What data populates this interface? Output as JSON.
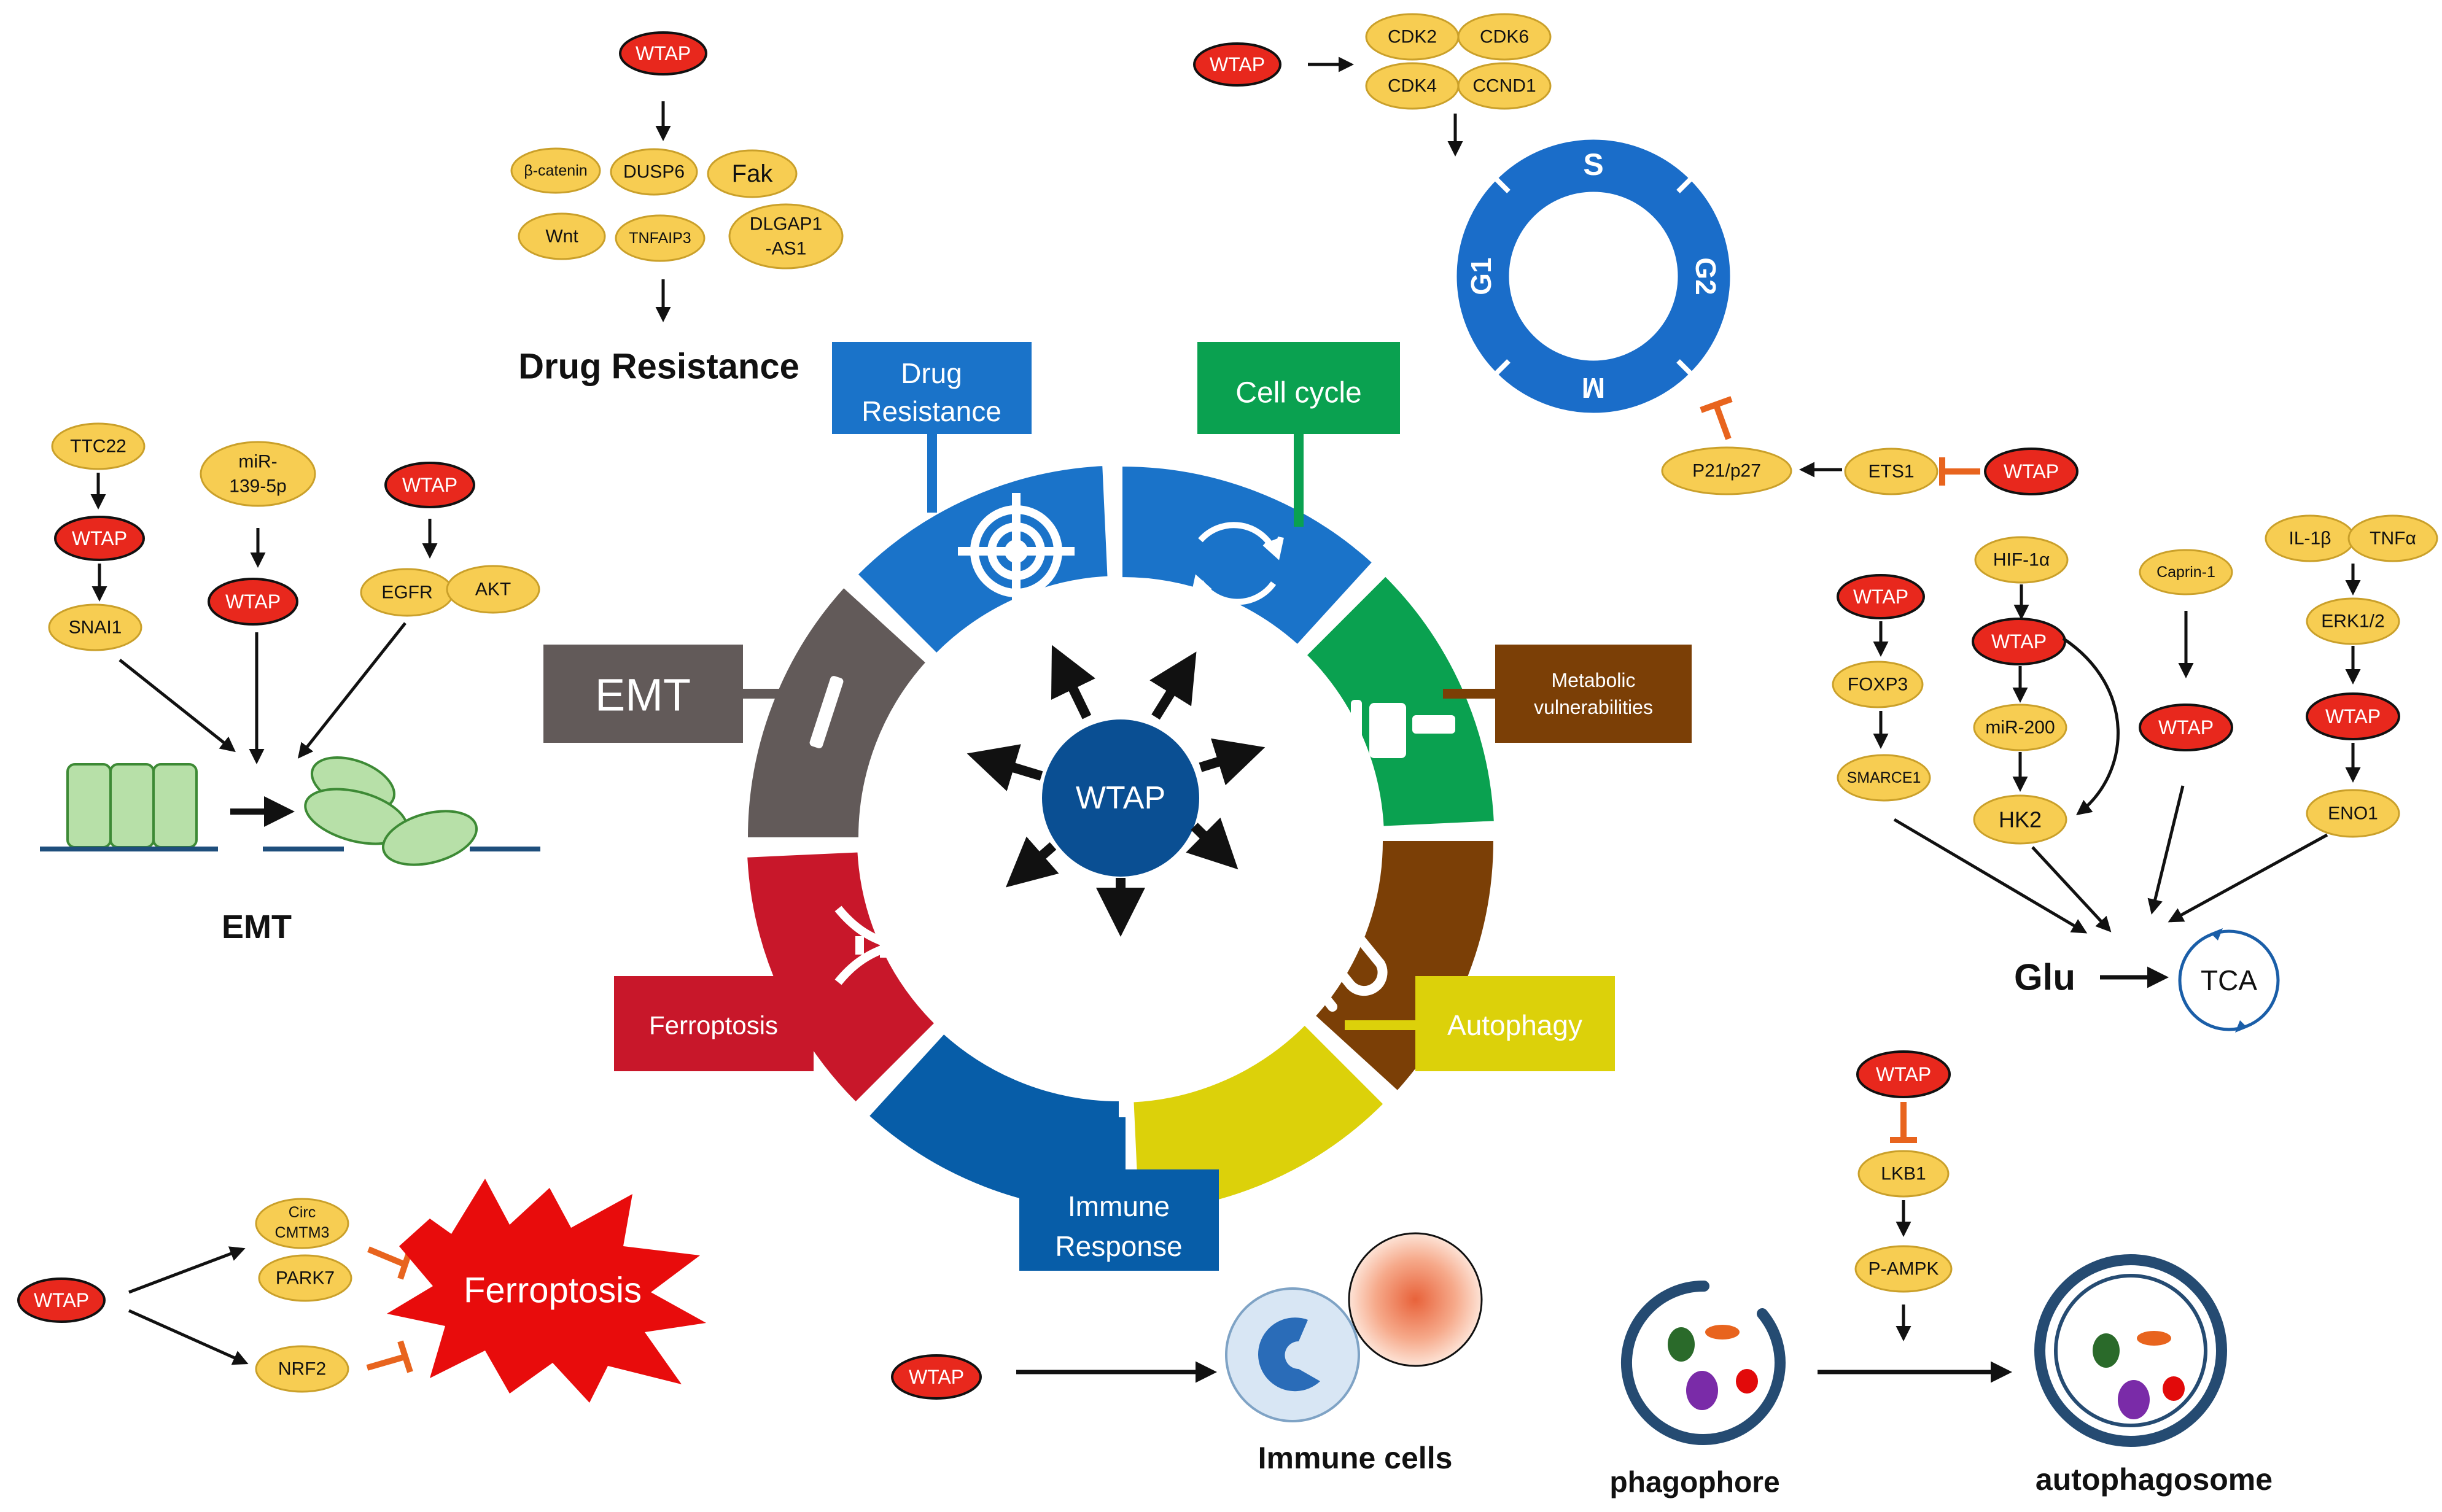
{
  "center": {
    "label": "WTAP"
  },
  "ring_colors": {
    "drug": "#1a73c9",
    "cycle": "#0aa150",
    "metabolic": "#7b3f06",
    "autophagy": "#dcd10a",
    "immune": "#075da8",
    "ferroptosis": "#c8172a",
    "emt": "#625a59",
    "center": "#0a4f93"
  },
  "categories": {
    "drug_line1": "Drug",
    "drug_line2": "Resistance",
    "cell_cycle": "Cell cycle",
    "metabolic_line1": "Metabolic",
    "metabolic_line2": "vulnerabilities",
    "autophagy": "Autophagy",
    "immune_line1": "Immune",
    "immune_line2": "Response",
    "ferroptosis": "Ferroptosis",
    "emt": "EMT"
  },
  "drug_panel": {
    "wtap": "WTAP",
    "nodes": [
      "β-catenin",
      "DUSP6",
      "Fak",
      "Wnt",
      "TNFAIP3",
      "DLGAP1",
      "-AS1"
    ],
    "title": "Drug Resistance"
  },
  "cycle_panel": {
    "wtap": "WTAP",
    "nodes": [
      "CDK2",
      "CDK6",
      "CDK4",
      "CCND1"
    ],
    "phases": [
      "S",
      "G2",
      "M",
      "G1"
    ],
    "p21": "P21/p27",
    "ets1": "ETS1",
    "wtap2": "WTAP"
  },
  "emt_panel": {
    "ttc22": "TTC22",
    "wtap1": "WTAP",
    "snai1": "SNAI1",
    "mir_line1": "miR-",
    "mir_line2": "139-5p",
    "wtap2": "WTAP",
    "wtap3": "WTAP",
    "egfr": "EGFR",
    "akt": "AKT",
    "title": "EMT"
  },
  "metabolic_panel": {
    "wtap_a": "WTAP",
    "foxp3": "FOXP3",
    "smarce1": "SMARCE1",
    "hif": "HIF-1α",
    "wtap_b": "WTAP",
    "mir200": "miR-200",
    "hk2": "HK2",
    "caprin": "Caprin-1",
    "wtap_c": "WTAP",
    "il1b": "IL-1β",
    "tnfa": "TNFα",
    "erk": "ERK1/2",
    "wtap_d": "WTAP",
    "eno1": "ENO1",
    "glu": "Glu",
    "tca": "TCA"
  },
  "ferroptosis_panel": {
    "wtap": "WTAP",
    "circ_line1": "Circ",
    "circ_line2": "CMTM3",
    "park7": "PARK7",
    "nrf2": "NRF2",
    "title": "Ferroptosis"
  },
  "immune_panel": {
    "wtap": "WTAP",
    "title": "Immune cells"
  },
  "autophagy_panel": {
    "wtap": "WTAP",
    "lkb1": "LKB1",
    "pampk": "P-AMPK",
    "phagophore": "phagophore",
    "autophagosome": "autophagosome"
  }
}
